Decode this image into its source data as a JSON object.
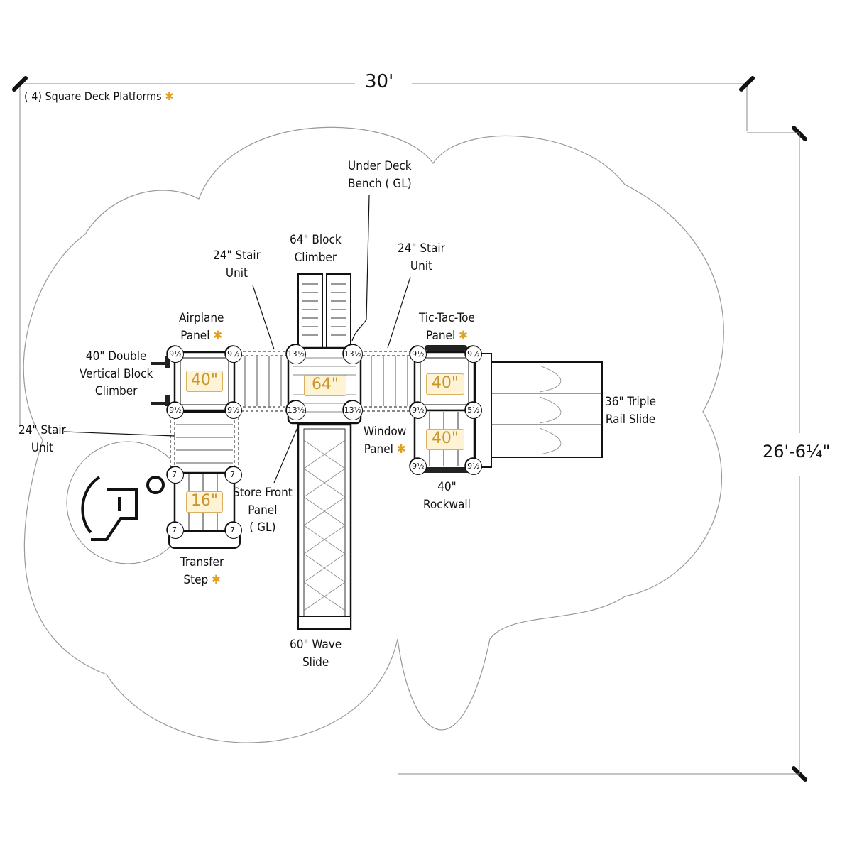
{
  "header": {
    "note_prefix": "( 4) Square Deck Platforms",
    "note_marker": "✱"
  },
  "dimensions": {
    "width": "30'",
    "depth": "26'-6¼\""
  },
  "decks": [
    {
      "size": "40\""
    },
    {
      "size": "64\""
    },
    {
      "size": "40\""
    },
    {
      "size": "40\""
    },
    {
      "size": "16\""
    }
  ],
  "post_labels": {
    "half9": "9½",
    "half13": "13½",
    "half5": "5½",
    "seven": "7'"
  },
  "labels": {
    "under_deck_bench": [
      "Under Deck",
      "Bench ( GL)"
    ],
    "block_climber_64": [
      "64\" Block",
      "Climber"
    ],
    "stair_unit_left": [
      "24\" Stair",
      "Unit"
    ],
    "stair_unit_right": [
      "24\" Stair",
      "Unit"
    ],
    "airplane_panel": [
      "Airplane",
      "Panel"
    ],
    "tictactoe_panel": [
      "Tic-Tac-Toe",
      "Panel"
    ],
    "double_climber": [
      "40\" Double",
      "Vertical Block",
      "Climber"
    ],
    "triple_slide": [
      "36\" Triple",
      "Rail Slide"
    ],
    "stair_unit_lower": [
      "24\" Stair",
      "Unit"
    ],
    "window_panel": [
      "Window",
      "Panel"
    ],
    "store_front": [
      "Store Front",
      "Panel",
      "( GL)"
    ],
    "rockwall": [
      "40\"",
      "Rockwall"
    ],
    "transfer_step": [
      "Transfer",
      "Step"
    ],
    "wave_slide": [
      "60\" Wave",
      "Slide"
    ]
  },
  "star_marker": "✱",
  "icons": [
    "accessibility-icon"
  ]
}
